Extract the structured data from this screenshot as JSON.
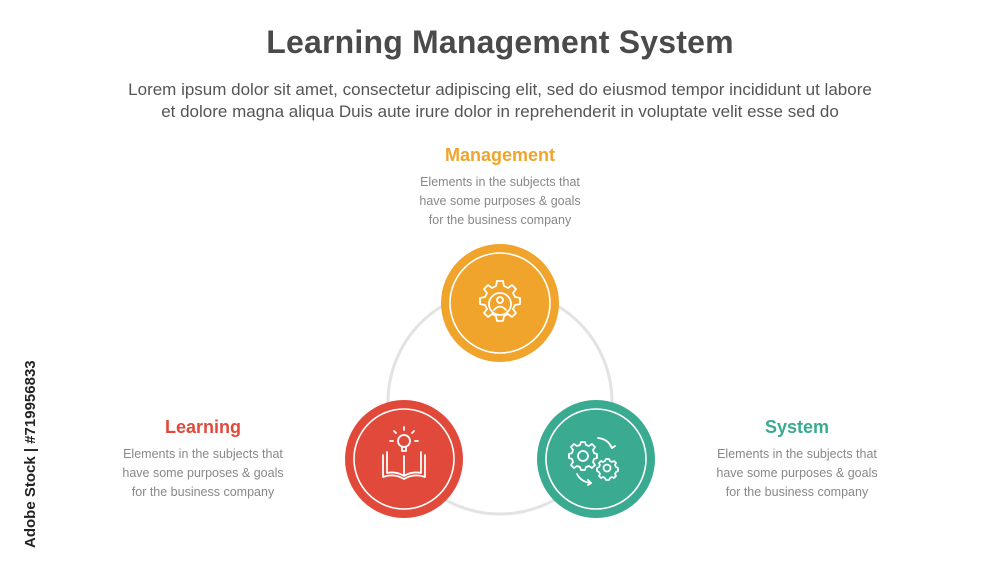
{
  "title": "Learning Management System",
  "subtitle_lines": [
    "Lorem ipsum dolor sit amet, consectetur adipiscing elit, sed do eiusmod tempor incididunt ut labore",
    "et dolore magna aliqua Duis aute irure dolor in reprehenderit in voluptate velit esse sed do"
  ],
  "items": [
    {
      "title": "Management",
      "color": "#f0a42c",
      "icon": "gear-person-icon",
      "desc_lines": [
        "Elements in the subjects that",
        "have  some purposes & goals",
        "for the  business company"
      ]
    },
    {
      "title": "Learning",
      "color": "#e14a3b",
      "icon": "book-lightbulb-icon",
      "desc_lines": [
        "Elements in the subjects that",
        "have  some purposes & goals",
        "for the  business company"
      ]
    },
    {
      "title": "System",
      "color": "#3aab91",
      "icon": "gears-cycle-icon",
      "desc_lines": [
        "Elements in the subjects that",
        "have  some purposes & goals",
        "for the  business company"
      ]
    }
  ],
  "ring_color": "#e3e3e3",
  "watermark": "Adobe Stock | #719956833"
}
